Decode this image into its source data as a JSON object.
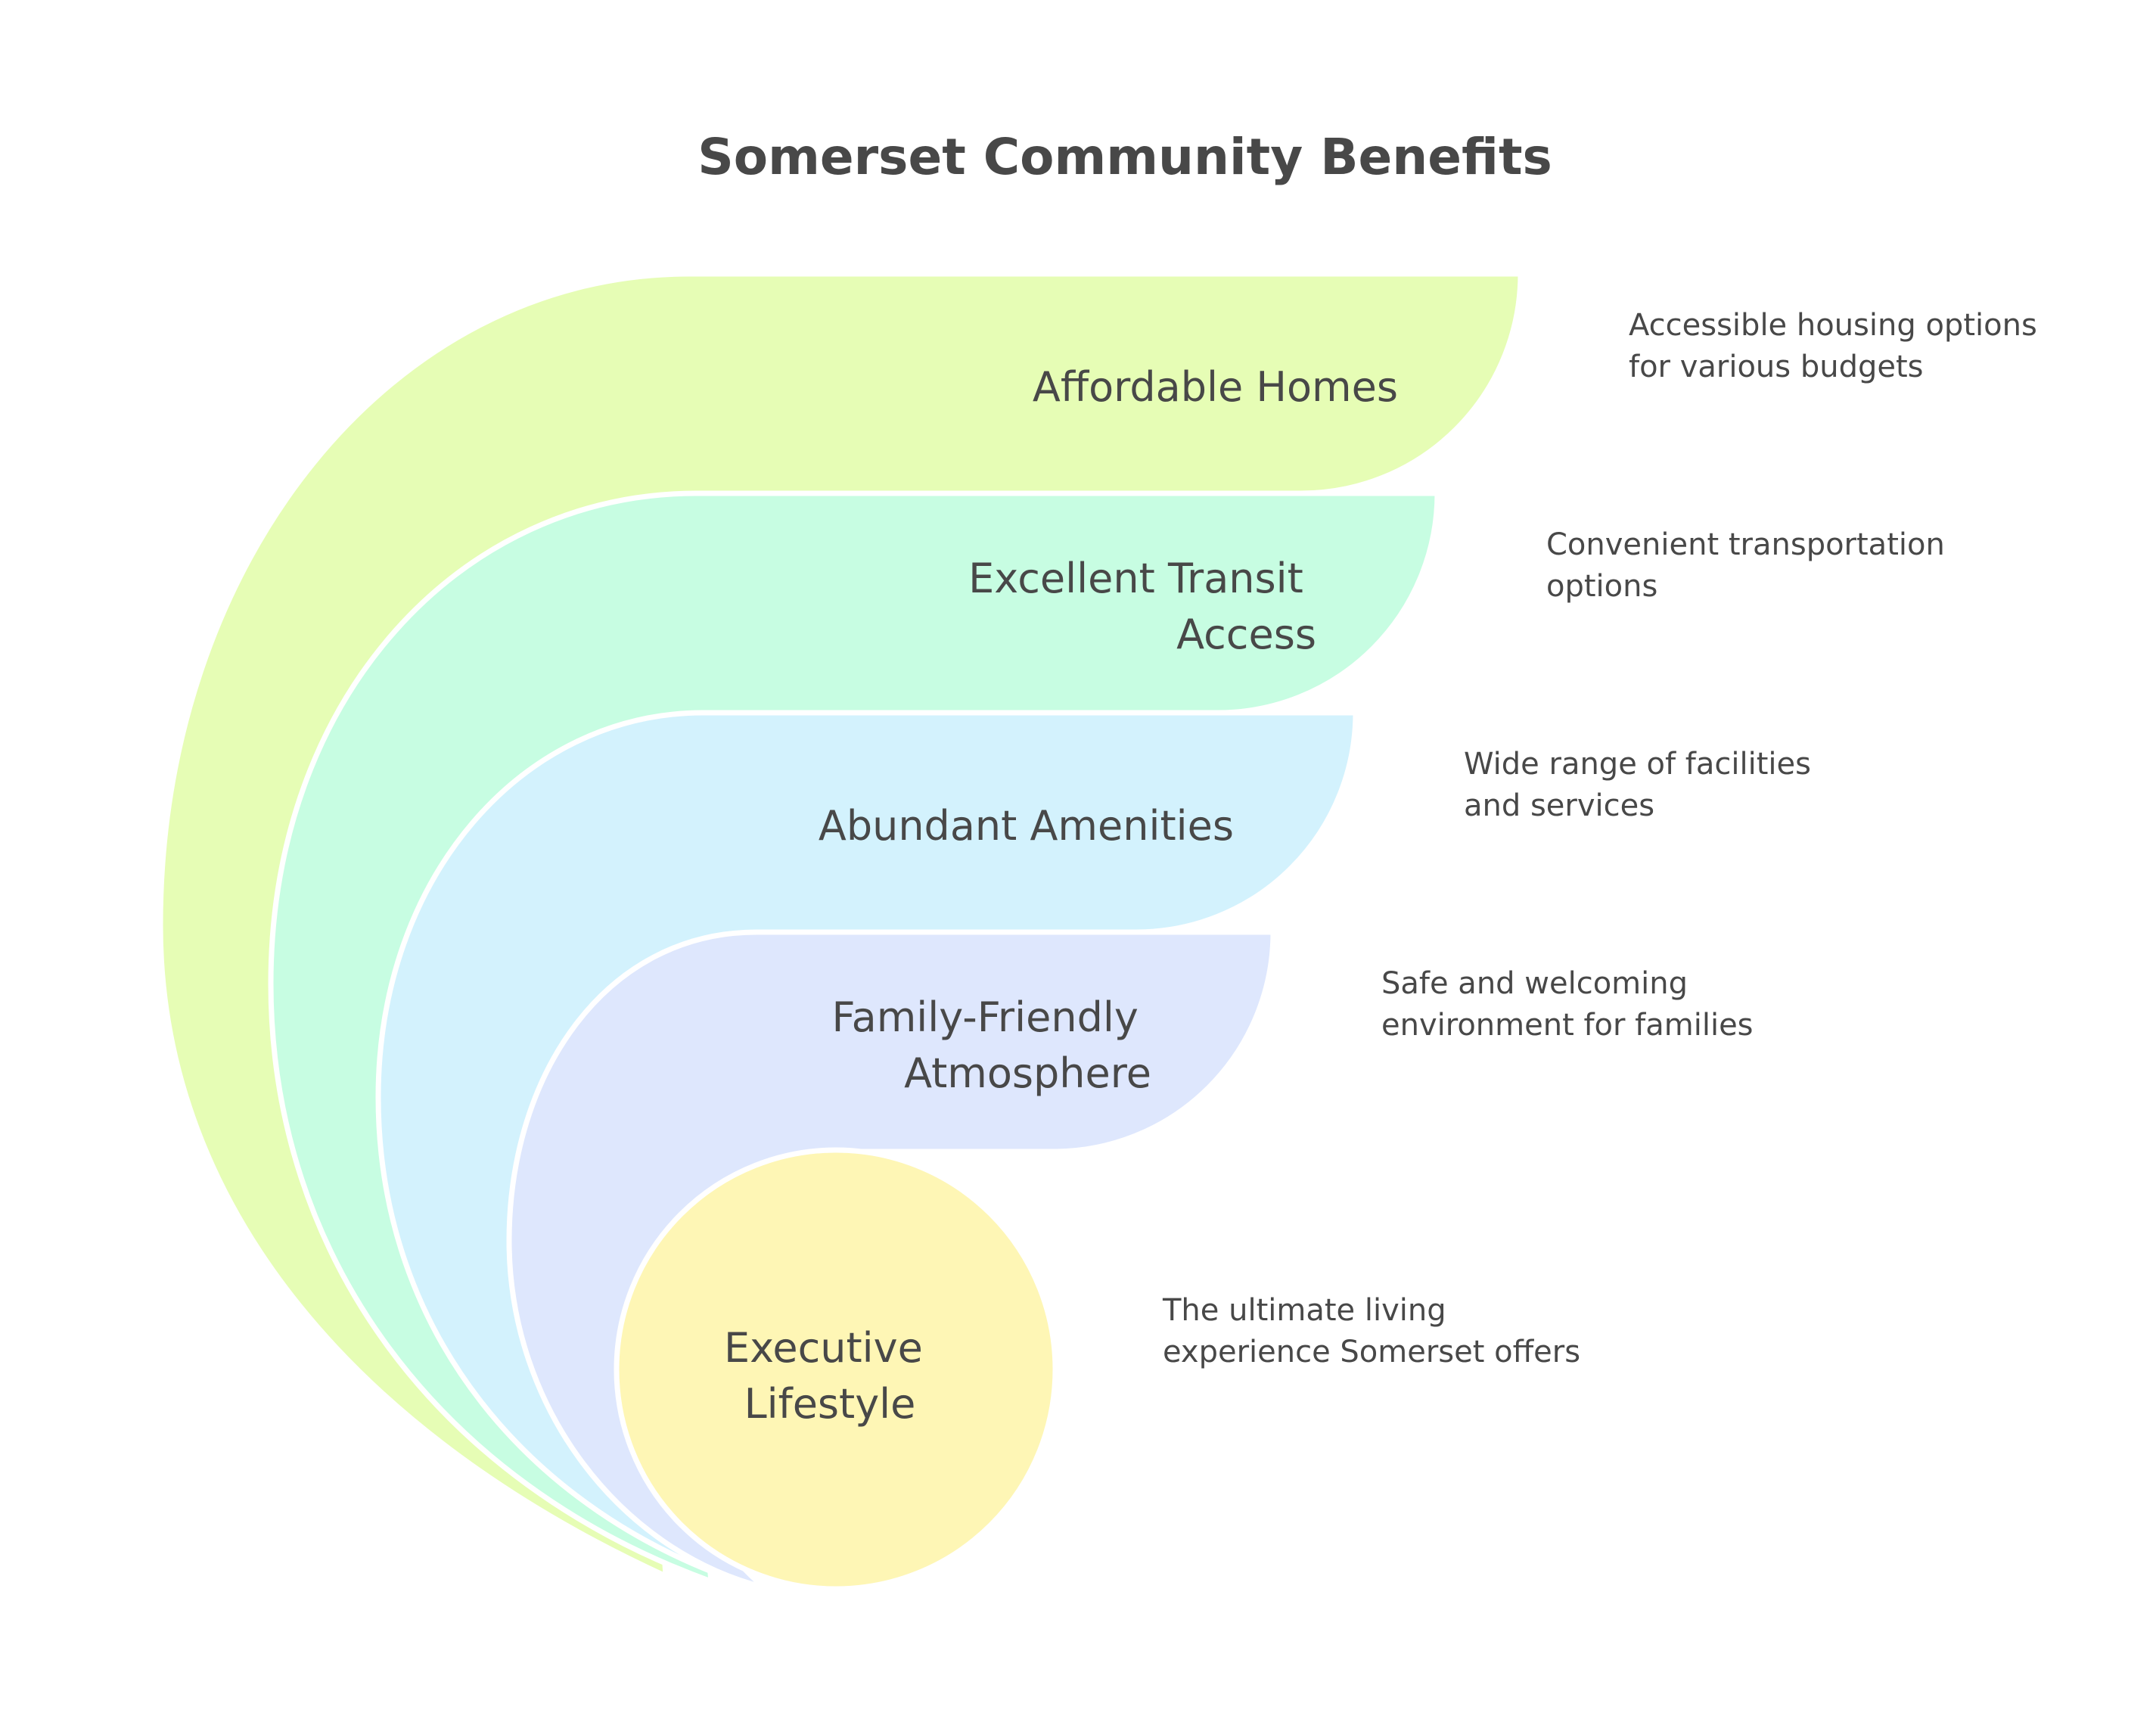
{
  "title": "Somerset Community Benefits",
  "colors": {
    "text": "#484848",
    "affordable": "#E6FDB5",
    "transit": "#C7FDE2",
    "amenities": "#D3F2FD",
    "family": "#DEE7FD",
    "executive": "#FEF6B5"
  },
  "layers": [
    {
      "label_lines": [
        "Affordable Homes"
      ],
      "description_lines": [
        "Accessible housing options",
        "for various budgets"
      ]
    },
    {
      "label_lines": [
        "Excellent Transit",
        "Access"
      ],
      "description_lines": [
        "Convenient transportation",
        "options"
      ]
    },
    {
      "label_lines": [
        "Abundant Amenities"
      ],
      "description_lines": [
        "Wide range of facilities",
        "and services"
      ]
    },
    {
      "label_lines": [
        "Family-Friendly",
        "Atmosphere"
      ],
      "description_lines": [
        "Safe and welcoming",
        "environment for families"
      ]
    },
    {
      "label_lines": [
        "Executive",
        "Lifestyle"
      ],
      "description_lines": [
        "The ultimate living",
        "experience Somerset offers"
      ]
    }
  ]
}
